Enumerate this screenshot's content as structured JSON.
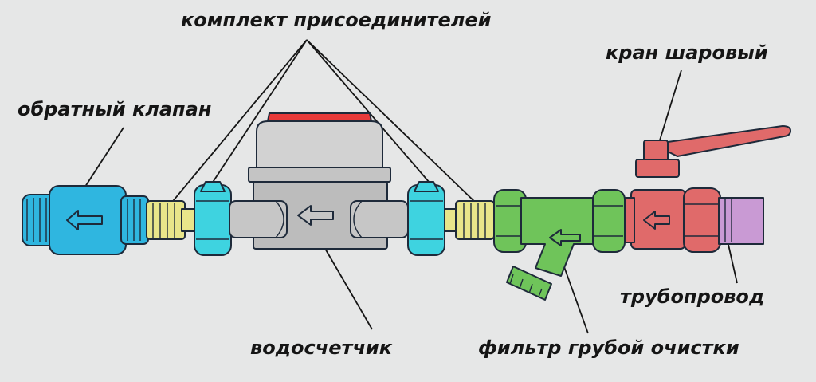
{
  "labels": {
    "connectors": "комплект присоединителей",
    "check_valve": "обратный клапан",
    "ball_valve": "кран шаровый",
    "pipeline": "трубопровод",
    "water_meter": "водосчетчик",
    "filter": "фильтр грубой очистки"
  },
  "colors": {
    "background": "#e6e7e7",
    "check_valve": "#2fb6e0",
    "fitting_yellow": "#e8e58a",
    "nut_cyan": "#3ed3e0",
    "meter_body": "#bcbcbc",
    "meter_top": "#d2d2d2",
    "meter_red": "#e83a3a",
    "filter_green": "#6fc45a",
    "ball_valve_red": "#e06a6a",
    "pipe_purple": "#c99ad4"
  }
}
